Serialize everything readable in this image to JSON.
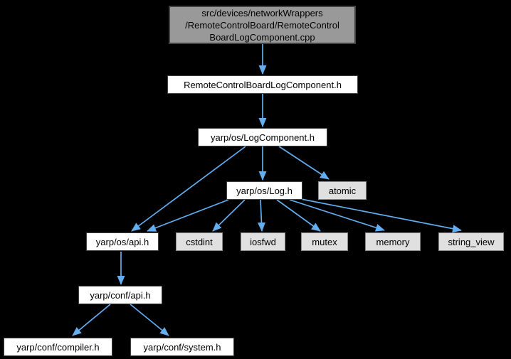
{
  "diagram": {
    "kind": "include-dependency-graph",
    "colors": {
      "background": "#000000",
      "edge": "#62aef0",
      "node_fill": "#ffffff",
      "node_border": "#404040",
      "current_node_fill": "#999999",
      "system_node_fill": "#e0e0e0"
    },
    "nodes": [
      {
        "id": "cpp-file",
        "kind": "current-file",
        "label": "src/devices/networkWrappers\n/RemoteControlBoard/RemoteControl\nBoardLogComponent.cpp"
      },
      {
        "id": "remote-control-board-log-component-h",
        "kind": "header",
        "label": "RemoteControlBoardLogComponent.h"
      },
      {
        "id": "yarp-os-log-component-h",
        "kind": "header",
        "label": "yarp/os/LogComponent.h"
      },
      {
        "id": "yarp-os-log-h",
        "kind": "header",
        "label": "yarp/os/Log.h"
      },
      {
        "id": "atomic",
        "kind": "system-header",
        "label": "atomic"
      },
      {
        "id": "yarp-os-api-h",
        "kind": "header",
        "label": "yarp/os/api.h"
      },
      {
        "id": "cstdint",
        "kind": "system-header",
        "label": "cstdint"
      },
      {
        "id": "iosfwd",
        "kind": "system-header",
        "label": "iosfwd"
      },
      {
        "id": "mutex",
        "kind": "system-header",
        "label": "mutex"
      },
      {
        "id": "memory",
        "kind": "system-header",
        "label": "memory"
      },
      {
        "id": "string_view",
        "kind": "system-header",
        "label": "string_view"
      },
      {
        "id": "yarp-conf-api-h",
        "kind": "header",
        "label": "yarp/conf/api.h"
      },
      {
        "id": "yarp-conf-compiler-h",
        "kind": "header",
        "label": "yarp/conf/compiler.h"
      },
      {
        "id": "yarp-conf-system-h",
        "kind": "header",
        "label": "yarp/conf/system.h"
      }
    ],
    "edges": [
      {
        "from": "cpp-file",
        "to": "remote-control-board-log-component-h"
      },
      {
        "from": "remote-control-board-log-component-h",
        "to": "yarp-os-log-component-h"
      },
      {
        "from": "yarp-os-log-component-h",
        "to": "yarp-os-log-h"
      },
      {
        "from": "yarp-os-log-component-h",
        "to": "atomic"
      },
      {
        "from": "yarp-os-log-component-h",
        "to": "yarp-os-api-h"
      },
      {
        "from": "yarp-os-log-h",
        "to": "yarp-os-api-h"
      },
      {
        "from": "yarp-os-log-h",
        "to": "cstdint"
      },
      {
        "from": "yarp-os-log-h",
        "to": "iosfwd"
      },
      {
        "from": "yarp-os-log-h",
        "to": "mutex"
      },
      {
        "from": "yarp-os-log-h",
        "to": "memory"
      },
      {
        "from": "yarp-os-log-h",
        "to": "string_view"
      },
      {
        "from": "yarp-os-api-h",
        "to": "yarp-conf-api-h"
      },
      {
        "from": "yarp-conf-api-h",
        "to": "yarp-conf-compiler-h"
      },
      {
        "from": "yarp-conf-api-h",
        "to": "yarp-conf-system-h"
      }
    ]
  }
}
